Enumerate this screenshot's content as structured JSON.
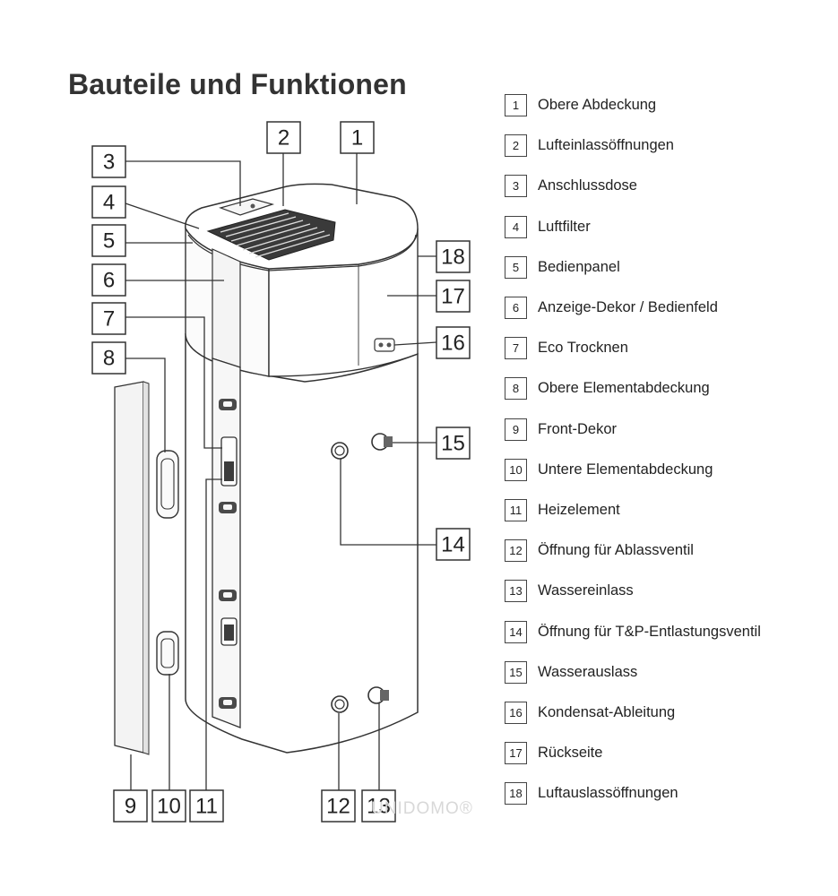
{
  "title": "Bauteile und Funktionen",
  "watermark": "UNIDOMO®",
  "callouts": [
    "1",
    "2",
    "3",
    "4",
    "5",
    "6",
    "7",
    "8",
    "9",
    "10",
    "11",
    "12",
    "13",
    "14",
    "15",
    "16",
    "17",
    "18"
  ],
  "legend": [
    {
      "num": "1",
      "label": "Obere Abdeckung"
    },
    {
      "num": "2",
      "label": "Lufteinlassöffnungen"
    },
    {
      "num": "3",
      "label": "Anschlussdose"
    },
    {
      "num": "4",
      "label": "Luftfilter"
    },
    {
      "num": "5",
      "label": "Bedienpanel"
    },
    {
      "num": "6",
      "label": "Anzeige-Dekor / Bedienfeld"
    },
    {
      "num": "7",
      "label": "Eco Trocknen"
    },
    {
      "num": "8",
      "label": "Obere Elementabdeckung"
    },
    {
      "num": "9",
      "label": "Front-Dekor"
    },
    {
      "num": "10",
      "label": "Untere Elementabdeckung"
    },
    {
      "num": "11",
      "label": "Heizelement"
    },
    {
      "num": "12",
      "label": "Öffnung für Ablassventil"
    },
    {
      "num": "13",
      "label": "Wassereinlass"
    },
    {
      "num": "14",
      "label": "Öffnung für T&P-Entlastungsventil"
    },
    {
      "num": "15",
      "label": "Wasserauslass"
    },
    {
      "num": "16",
      "label": "Kondensat-Ableitung"
    },
    {
      "num": "17",
      "label": "Rückseite"
    },
    {
      "num": "18",
      "label": "Luftauslassöffnungen"
    }
  ]
}
